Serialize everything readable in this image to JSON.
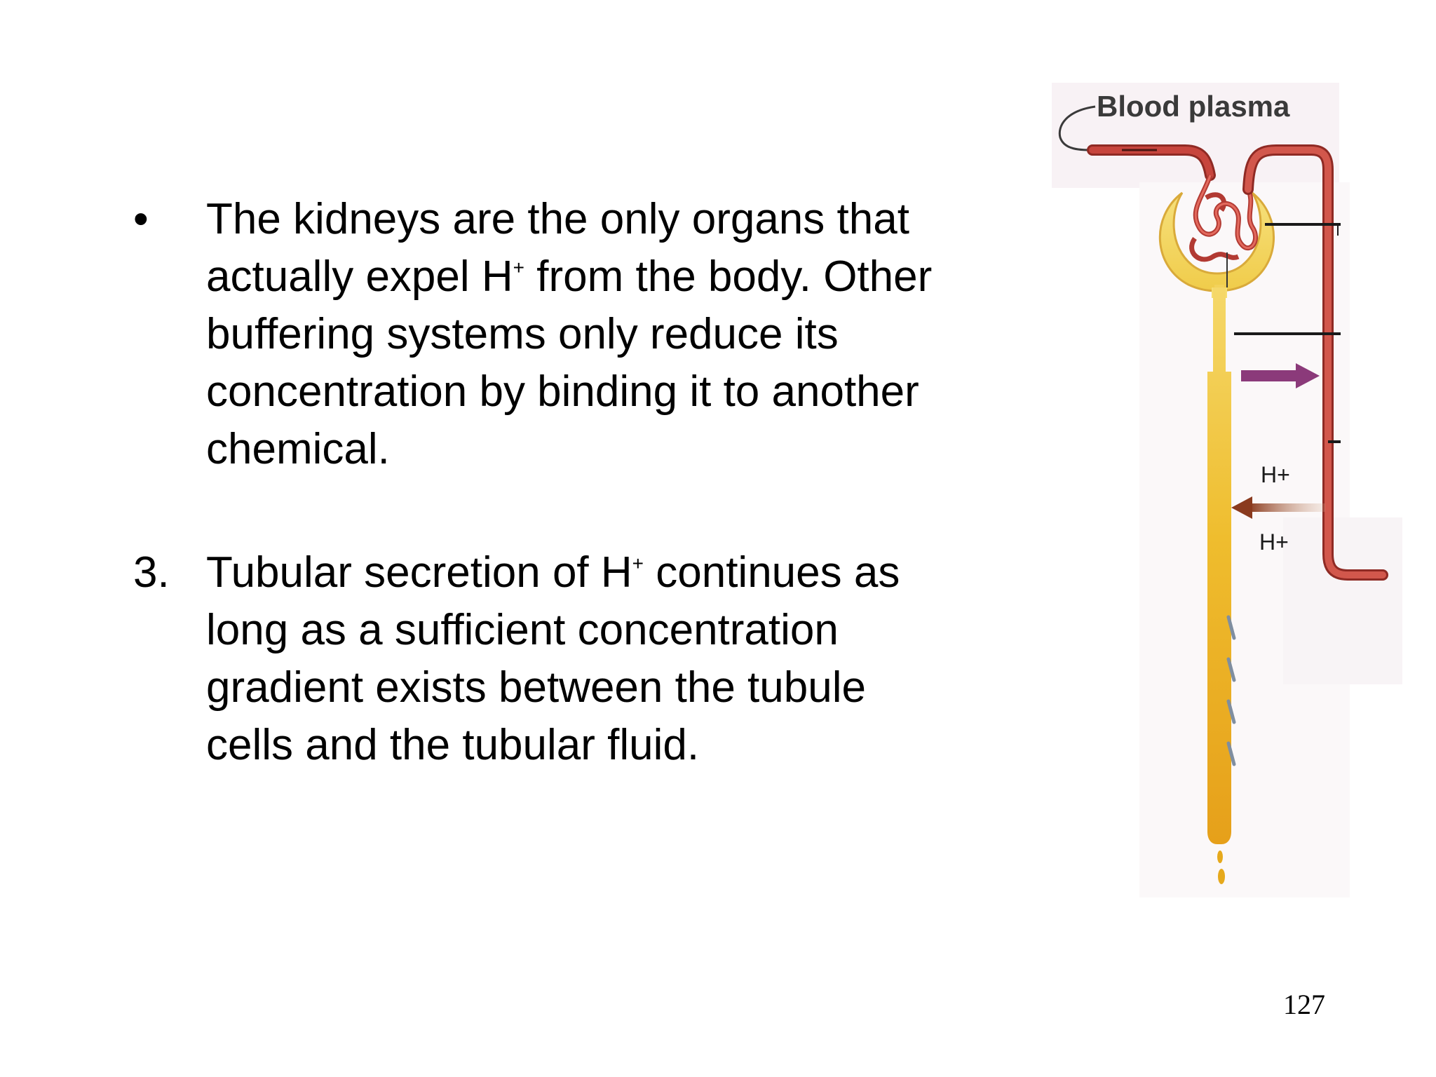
{
  "items": [
    {
      "marker": "•",
      "text_before": "The kidneys are the only organs that actually expel H",
      "sup": "+",
      "text_after": " from the body. Other buffering systems only reduce its concentration by binding it to another chemical."
    },
    {
      "marker": "3.",
      "text_before": "Tubular secretion of H",
      "sup": "+",
      "text_after": " continues as long as a sufficient concentration gradient exists between the tubule cells and the tubular fluid."
    }
  ],
  "diagram": {
    "blood_plasma_label": "Blood plasma",
    "h_plus_label_1": "H+",
    "h_plus_label_2": "H+",
    "colors": {
      "vessel": "#c7453d",
      "vessel_dark": "#8f2a24",
      "tubule": "#e8a91c",
      "tubule_light": "#f7dc73",
      "purple_arrow": "#8b3a7a",
      "brown_arrow": "#8a3a1e",
      "shadow_bg": "#f7f1f4"
    }
  },
  "page_number": "127"
}
